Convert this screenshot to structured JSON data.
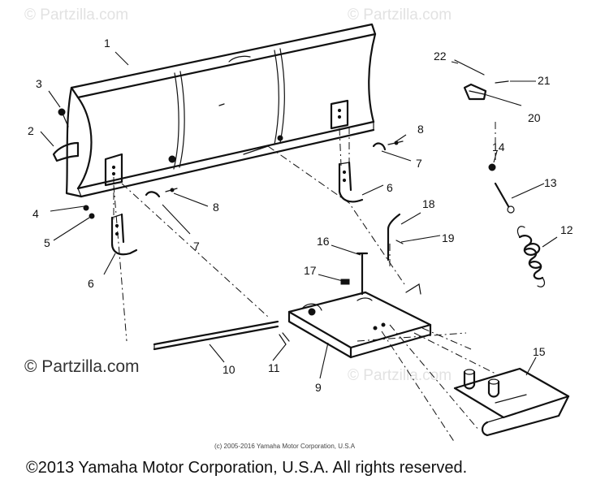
{
  "watermarks": {
    "top_left": "© Partzilla.com",
    "top_right": "© Partzilla.com",
    "middle": "© Partzilla.com",
    "left": "© Partzilla.com"
  },
  "callouts": [
    {
      "id": "part-1",
      "label": "1"
    },
    {
      "id": "part-2",
      "label": "2"
    },
    {
      "id": "part-3",
      "label": "3"
    },
    {
      "id": "part-4",
      "label": "4"
    },
    {
      "id": "part-5",
      "label": "5"
    },
    {
      "id": "part-6-left",
      "label": "6"
    },
    {
      "id": "part-6-right",
      "label": "6"
    },
    {
      "id": "part-7-left",
      "label": "7"
    },
    {
      "id": "part-7-right",
      "label": "7"
    },
    {
      "id": "part-8-left",
      "label": "8"
    },
    {
      "id": "part-8-right",
      "label": "8"
    },
    {
      "id": "part-9",
      "label": "9"
    },
    {
      "id": "part-10",
      "label": "10"
    },
    {
      "id": "part-11",
      "label": "11"
    },
    {
      "id": "part-12",
      "label": "12"
    },
    {
      "id": "part-13",
      "label": "13"
    },
    {
      "id": "part-14",
      "label": "14"
    },
    {
      "id": "part-15",
      "label": "15"
    },
    {
      "id": "part-16",
      "label": "16"
    },
    {
      "id": "part-17",
      "label": "17"
    },
    {
      "id": "part-18",
      "label": "18"
    },
    {
      "id": "part-19",
      "label": "19"
    },
    {
      "id": "part-20",
      "label": "20"
    },
    {
      "id": "part-21",
      "label": "21"
    },
    {
      "id": "part-22",
      "label": "22"
    }
  ],
  "copyright_small": "(c) 2005-2016 Yamaha Motor Corporation, U.S.A",
  "copyright_main": "©2013 Yamaha Motor Corporation, U.S.A. All rights reserved."
}
